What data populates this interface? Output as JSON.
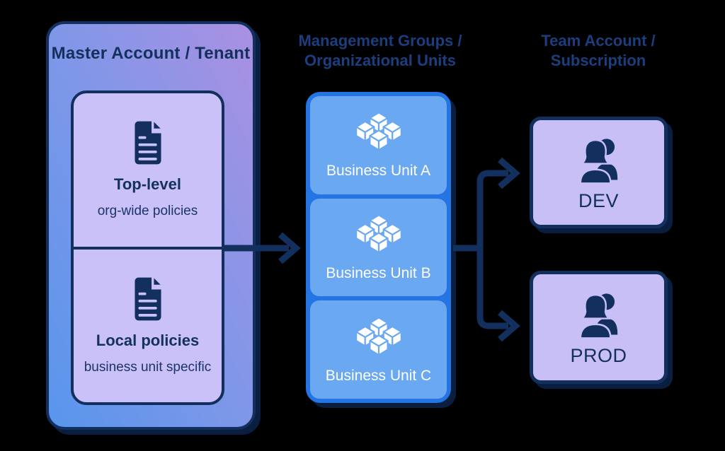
{
  "colors": {
    "background": "#000000",
    "navy": "#122f5d",
    "header_text": "#1c3e7e",
    "panel_gradient_start": "#5896ec",
    "panel_gradient_end": "#aa90e2",
    "lavender": "#c9c1f7",
    "unit_border": "#2474e4",
    "unit_fill": "#6aa8f1",
    "unit_text": "#ffffff"
  },
  "left_panel": {
    "title": "Master Account / Tenant",
    "policies": [
      {
        "icon": "document-icon",
        "title": "Top-level",
        "subtitle": "org-wide policies"
      },
      {
        "icon": "document-icon",
        "title": "Local policies",
        "subtitle": "business unit specific"
      }
    ]
  },
  "middle_column": {
    "header_line1": "Management Groups /",
    "header_line2": "Organizational Units",
    "units": [
      {
        "icon": "cubes-icon",
        "label": "Business Unit A"
      },
      {
        "icon": "cubes-icon",
        "label": "Business Unit B"
      },
      {
        "icon": "cubes-icon",
        "label": "Business Unit C"
      }
    ]
  },
  "right_column": {
    "header_line1": "Team Account /",
    "header_line2": "Subscription",
    "accounts": [
      {
        "icon": "team-icon",
        "label": "DEV"
      },
      {
        "icon": "team-icon",
        "label": "PROD"
      }
    ]
  }
}
